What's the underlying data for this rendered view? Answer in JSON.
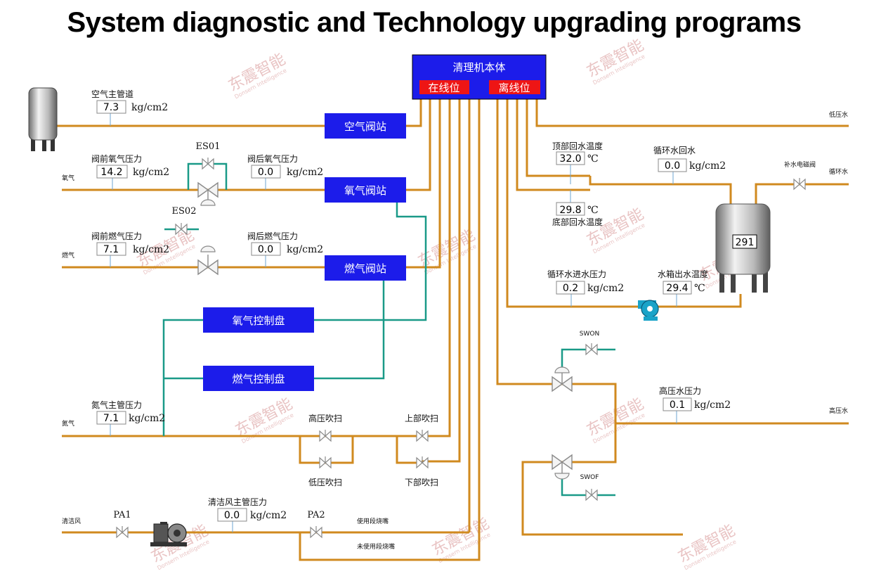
{
  "title": "System diagnostic and Technology upgrading programs",
  "colors": {
    "pipe_orange": "#d08a1f",
    "pipe_teal": "#1a9a88",
    "station_blue": "#1c1cea",
    "status_red": "#ee1515",
    "pump_teal": "#1aa3c8"
  },
  "main_body": {
    "label": "清理机本体",
    "online": "在线位",
    "offline": "离线位"
  },
  "stations": {
    "air": "空气阀站",
    "oxygen": "氧气阀站",
    "gas": "燃气阀站",
    "oxygen_panel": "氧气控制盘",
    "gas_panel": "燃气控制盘"
  },
  "line_labels": {
    "oxygen": "氧气",
    "fuel": "燃气",
    "nitrogen": "氮气",
    "clean_air": "清洁风",
    "low_pressure_water": "低压水",
    "circulating_water": "循环水",
    "high_pressure_water": "高压水",
    "makeup_valve": "补水电磁阀"
  },
  "valves": {
    "es01": "ES01",
    "es02": "ES02",
    "pa1": "PA1",
    "pa2": "PA2",
    "swon": "SWON",
    "swof": "SWOF"
  },
  "blow": {
    "high": "高压吹扫",
    "low": "低压吹扫",
    "upper": "上部吹扫",
    "lower": "下部吹扫"
  },
  "nozzle": {
    "used": "使用段烧嘴",
    "unused": "未使用段烧嘴"
  },
  "tank_level": "291",
  "readings": {
    "air_main": {
      "label": "空气主管道",
      "value": "7.3",
      "unit": "kg/cm2"
    },
    "o2_before": {
      "label": "阀前氧气压力",
      "value": "14.2",
      "unit": "kg/cm2"
    },
    "o2_after": {
      "label": "阀后氧气压力",
      "value": "0.0",
      "unit": "kg/cm2"
    },
    "gas_before": {
      "label": "阀前燃气压力",
      "value": "7.1",
      "unit": "kg/cm2"
    },
    "gas_after": {
      "label": "阀后燃气压力",
      "value": "0.0",
      "unit": "kg/cm2"
    },
    "n2_main": {
      "label": "氮气主管压力",
      "value": "7.1",
      "unit": "kg/cm2"
    },
    "clean_air": {
      "label": "清洁风主管压力",
      "value": "0.0",
      "unit": "kg/cm2"
    },
    "top_return": {
      "label": "顶部回水温度",
      "value": "32.0",
      "unit": "℃"
    },
    "bottom_return": {
      "label": "底部回水温度",
      "value": "29.8",
      "unit": "℃"
    },
    "circ_return": {
      "label": "循环水回水",
      "value": "0.0",
      "unit": "kg/cm2"
    },
    "circ_inlet": {
      "label": "循环水进水压力",
      "value": "0.2",
      "unit": "kg/cm2"
    },
    "tank_out": {
      "label": "水箱出水温度",
      "value": "29.4",
      "unit": "℃"
    },
    "hp_water": {
      "label": "高压水压力",
      "value": "0.1",
      "unit": "kg/cm2"
    }
  },
  "watermark": {
    "cn": "东震智能",
    "en": "Donsern Intelligence"
  }
}
